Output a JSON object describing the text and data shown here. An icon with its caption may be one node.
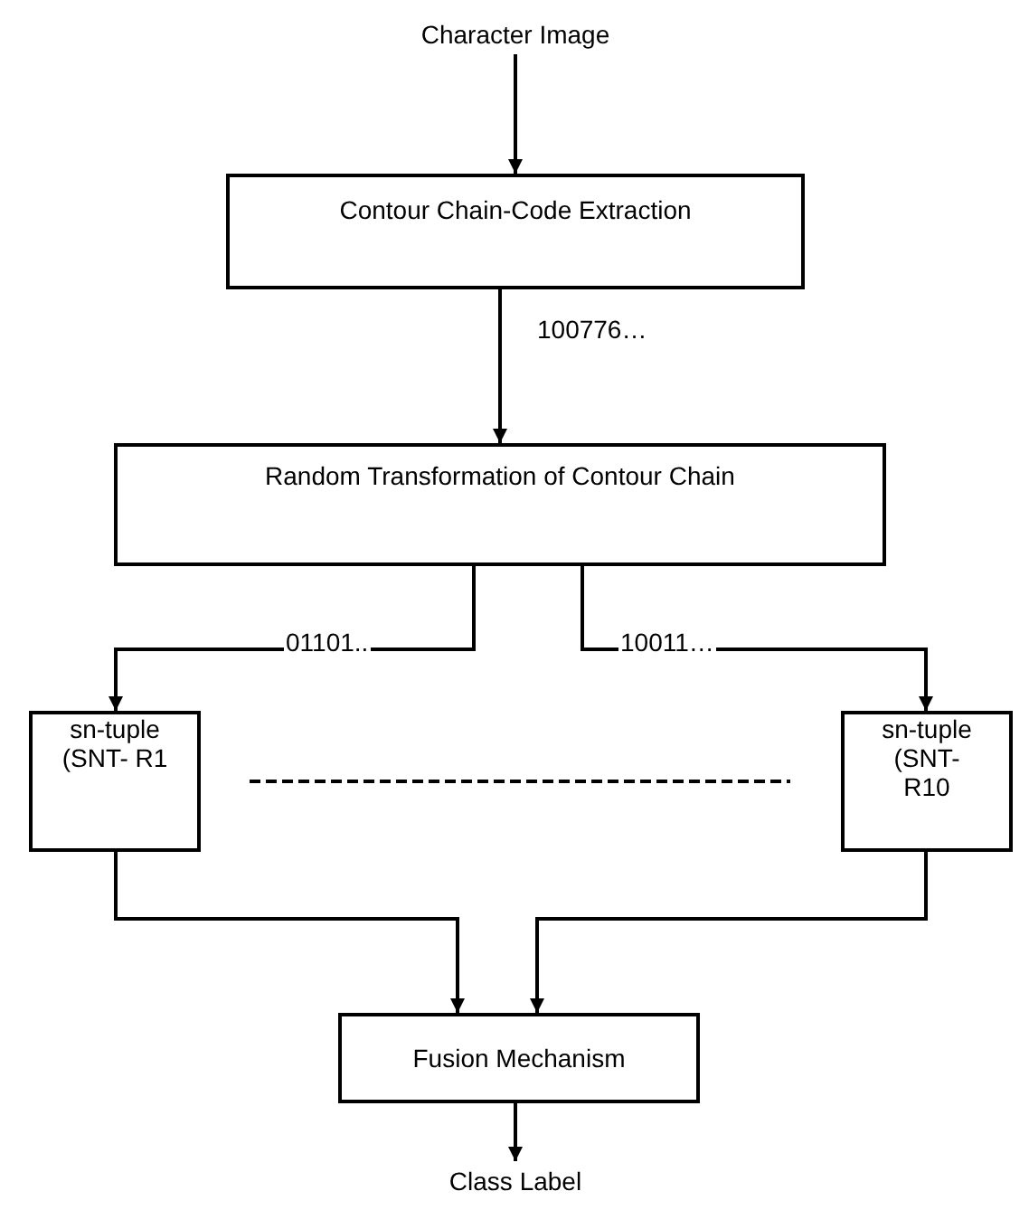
{
  "diagram": {
    "nodes": [
      {
        "text": [
          "Character Image"
        ]
      },
      {
        "text": [
          "Contour Chain-Code Extraction"
        ]
      },
      {
        "text": [
          "Random Transformation of Contour Chain"
        ]
      },
      {
        "text": [
          "sn-tuple (SNT- R1"
        ]
      },
      {
        "text": [
          "sn-tuple (SNT- R10"
        ]
      },
      {
        "text": [
          "Fusion Mechanism"
        ]
      },
      {
        "text": [
          "Class Label"
        ]
      }
    ],
    "edges": [
      {
        "from": 0,
        "to": 1,
        "arrow": "to"
      },
      {
        "from": 1,
        "to": 2,
        "arrow": "to",
        "label": "100776…"
      },
      {
        "from": 2,
        "to": 3,
        "arrow": "to",
        "label": "01101.."
      },
      {
        "from": 2,
        "to": 4,
        "arrow": "to",
        "label": "10011…"
      },
      {
        "from": 3,
        "to": 5,
        "arrow": "to"
      },
      {
        "from": 4,
        "to": 5,
        "arrow": "to"
      },
      {
        "from": 5,
        "to": 6,
        "arrow": "to"
      }
    ]
  }
}
